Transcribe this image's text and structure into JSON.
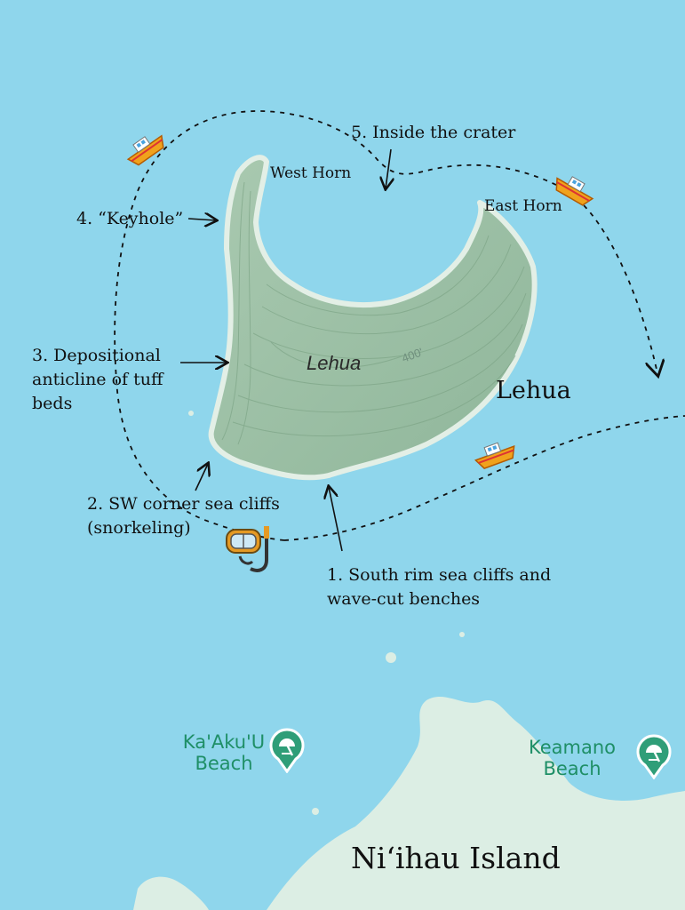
{
  "map": {
    "island_name": "Lehua",
    "island_label_map": "Lehua",
    "elevation_label": "400'",
    "other_island": "Ni‘ihau Island",
    "horns": {
      "west": "West Horn",
      "east": "East Horn"
    },
    "stops": [
      {
        "label": "1. South rim sea cliffs and wave-cut benches"
      },
      {
        "label": "2. SW corner sea cliffs (snorkeling)"
      },
      {
        "label": "3. Depositional anticline of tuff beds"
      },
      {
        "label": "4. “Keyhole”"
      },
      {
        "label": "5. Inside the crater"
      }
    ],
    "beaches": [
      {
        "name": "Ka'Aku'U Beach",
        "icon": "beach-umbrella-icon"
      },
      {
        "name": "Keamano Beach",
        "icon": "beach-umbrella-icon"
      }
    ],
    "icons": {
      "boat": "boat-icon",
      "snorkel": "snorkel-mask-icon"
    },
    "colors": {
      "water": "#8fd6ec",
      "land": "#dbeee4",
      "island": "#9bbfa4",
      "poi": "#2f9e78"
    }
  }
}
